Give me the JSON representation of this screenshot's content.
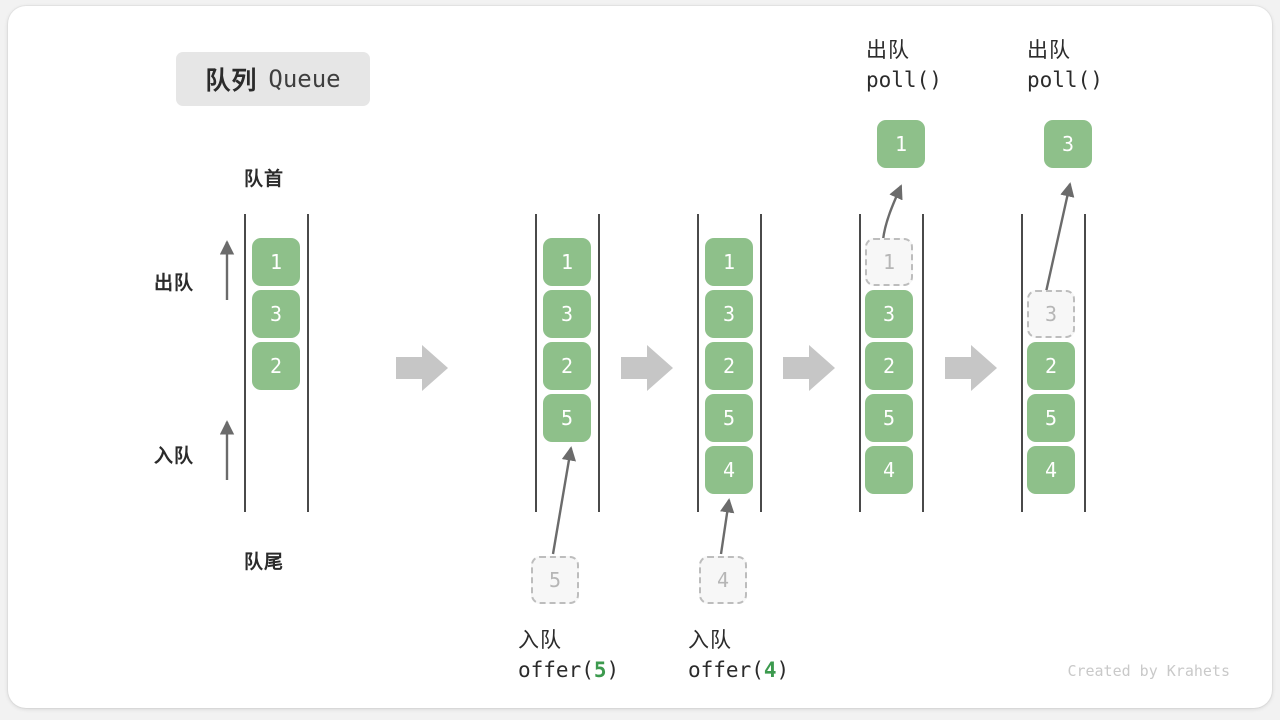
{
  "title": {
    "cn": "队列",
    "en": "Queue"
  },
  "labels": {
    "front": "队首",
    "rear": "队尾",
    "dequeue": "出队",
    "enqueue": "入队"
  },
  "colors": {
    "element_fill": "#8ec08a",
    "element_text": "#ffffff",
    "ghost_fill": "#f7f7f7",
    "ghost_border": "#bdbdbd",
    "ghost_text": "#b6b6b6",
    "rail": "#4a4a4a",
    "badge_bg": "#e6e6e6",
    "fat_arrow": "#c6c6c6",
    "thin_arrow": "#6b6b6b",
    "accent_green": "#3c9a4e",
    "canvas": "#ffffff",
    "page": "#f2f2f2"
  },
  "stages": [
    {
      "id": "initial",
      "elements": [
        "1",
        "3",
        "2"
      ],
      "ghost": null,
      "popped": null,
      "caption_cn": null,
      "caption_code": null
    },
    {
      "id": "offer-5",
      "elements": [
        "1",
        "3",
        "2",
        "5"
      ],
      "ghost": "5",
      "popped": null,
      "caption_cn": "入队",
      "caption_code_prefix": "offer(",
      "caption_code_arg": "5",
      "caption_code_suffix": ")"
    },
    {
      "id": "offer-4",
      "elements": [
        "1",
        "3",
        "2",
        "5",
        "4"
      ],
      "ghost": "4",
      "popped": null,
      "caption_cn": "入队",
      "caption_code_prefix": "offer(",
      "caption_code_arg": "4",
      "caption_code_suffix": ")"
    },
    {
      "id": "poll-1",
      "elements": [
        "3",
        "2",
        "5",
        "4"
      ],
      "ghost": "1",
      "popped": "1",
      "caption_cn": "出队",
      "caption_code_prefix": "poll(",
      "caption_code_arg": "",
      "caption_code_suffix": ")"
    },
    {
      "id": "poll-3",
      "elements": [
        "2",
        "5",
        "4"
      ],
      "ghost": "3",
      "popped": "3",
      "caption_cn": "出队",
      "caption_code_prefix": "poll(",
      "caption_code_arg": "",
      "caption_code_suffix": ")"
    }
  ],
  "credit": "Created by Krahets"
}
